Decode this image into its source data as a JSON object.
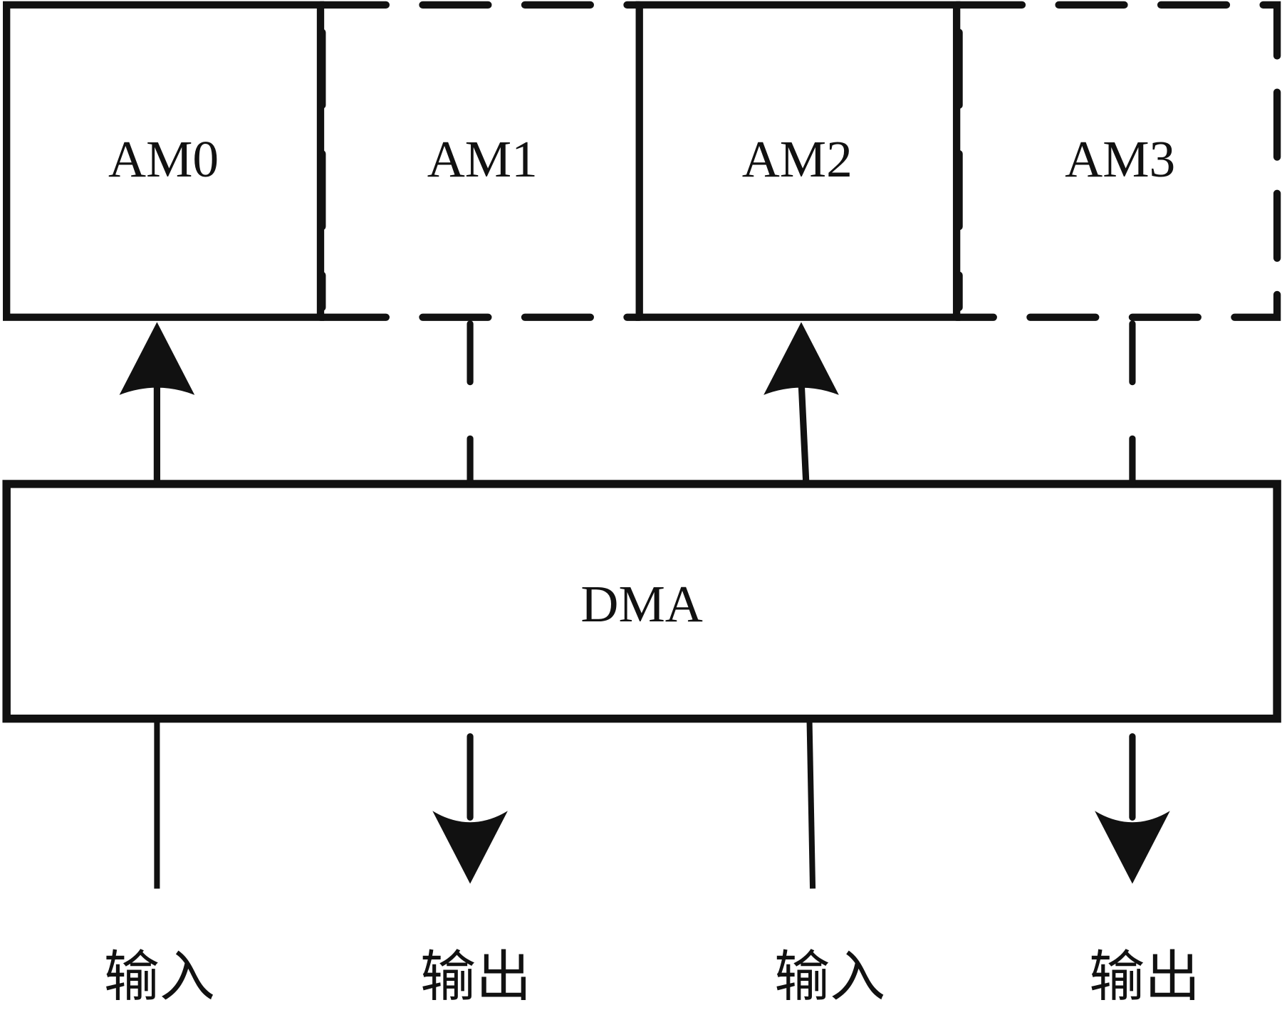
{
  "diagram": {
    "modules": [
      {
        "id": "am0",
        "label": "AM0",
        "border": "solid"
      },
      {
        "id": "am1",
        "label": "AM1",
        "border": "dashed"
      },
      {
        "id": "am2",
        "label": "AM2",
        "border": "solid"
      },
      {
        "id": "am3",
        "label": "AM3",
        "border": "dashed"
      }
    ],
    "controller": {
      "label": "DMA"
    },
    "ports": [
      {
        "label": "输入",
        "direction": "in",
        "line": "solid"
      },
      {
        "label": "输出",
        "direction": "out",
        "line": "dashed"
      },
      {
        "label": "输入",
        "direction": "in",
        "line": "solid"
      },
      {
        "label": "输出",
        "direction": "out",
        "line": "dashed"
      }
    ],
    "colors": {
      "stroke": "#111111",
      "background": "#ffffff"
    }
  }
}
